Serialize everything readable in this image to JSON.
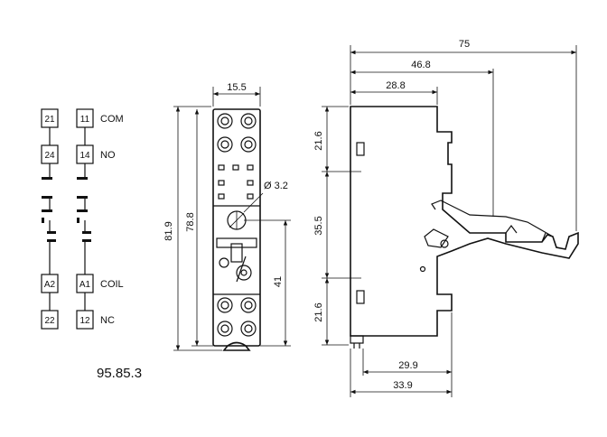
{
  "schematic": {
    "pins": {
      "p21": "21",
      "p11": "11",
      "p24": "24",
      "p14": "14",
      "pA2": "A2",
      "pA1": "A1",
      "p22": "22",
      "p12": "12"
    },
    "labels": {
      "com": "COM",
      "no": "NO",
      "coil": "COIL",
      "nc": "NC"
    },
    "model": "95.85.3"
  },
  "front_view": {
    "width": "15.5",
    "height_total": "81.9",
    "height_inner": "78.8",
    "hole": "Ø 3.2",
    "lower": "41"
  },
  "side_view": {
    "depth_total": "75",
    "depth_mid": "46.8",
    "depth_top": "28.8",
    "seg_top": "21.6",
    "seg_mid": "35.5",
    "seg_bottom": "21.6",
    "base_inner": "29.9",
    "base_outer": "33.9"
  }
}
